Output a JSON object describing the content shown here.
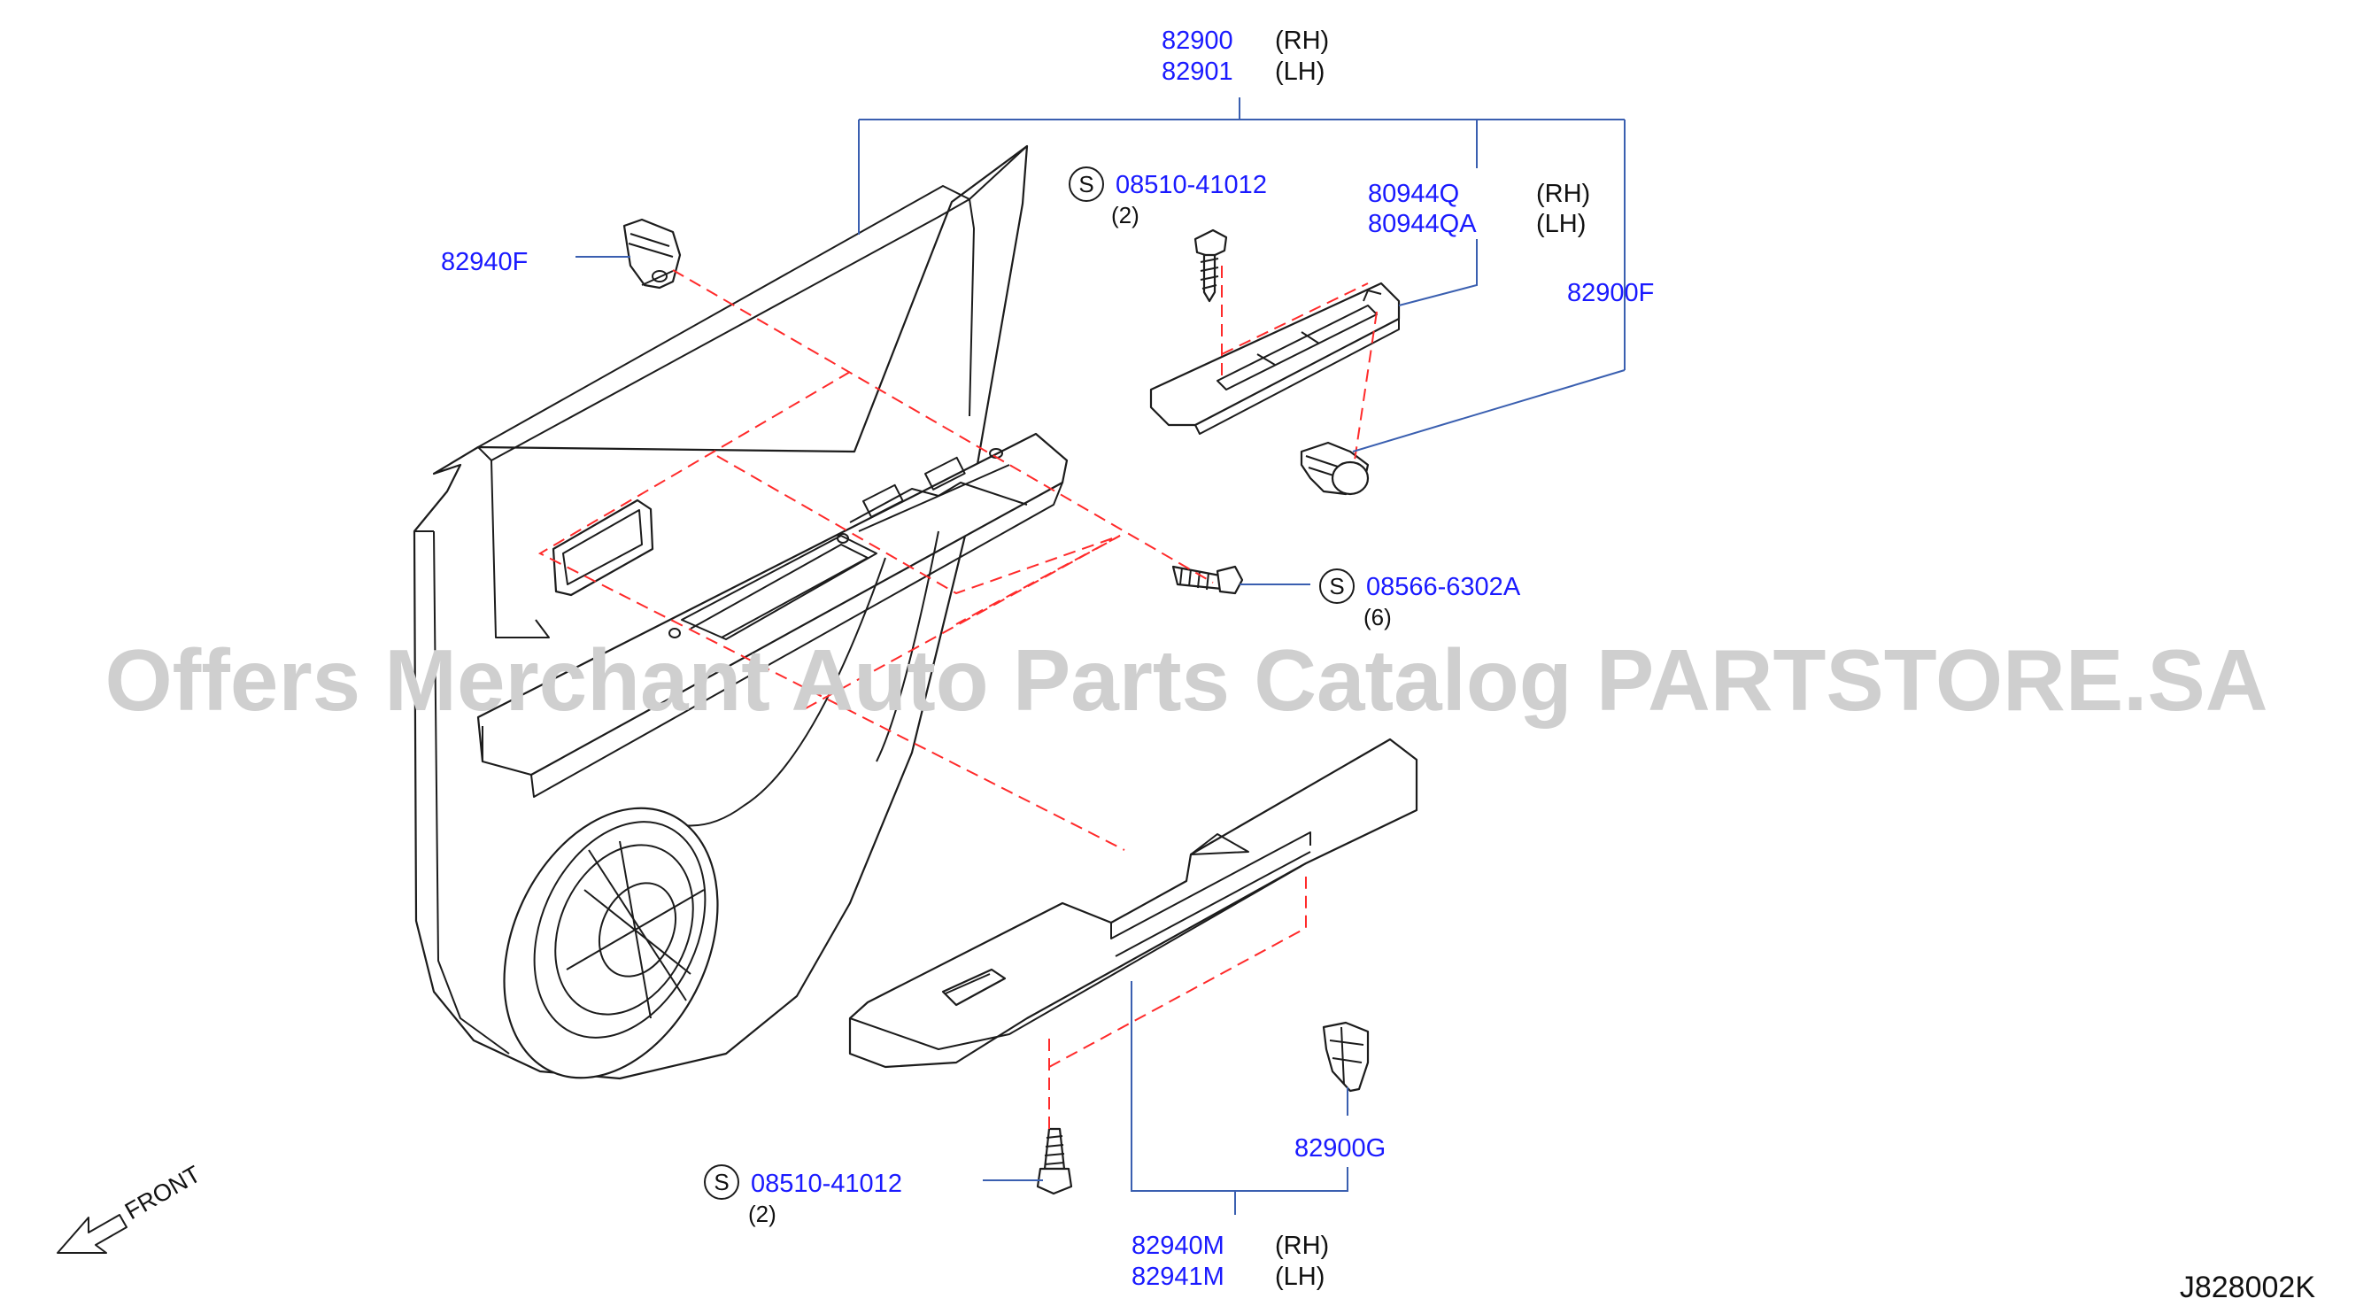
{
  "watermark": "Offers Merchant Auto Parts Catalog PARTSTORE.SA",
  "diagram_code": "J828002K",
  "front_label": "FRONT",
  "screw_symbol": "S",
  "callouts": {
    "door_finisher": {
      "rh_part": "82900",
      "rh_side": "(RH)",
      "lh_part": "82901",
      "lh_side": "(LH)"
    },
    "clip_top": {
      "part": "82940F"
    },
    "screw_top": {
      "part": "08510-41012",
      "qty": "(2)"
    },
    "pull_handle": {
      "rh_part": "80944Q",
      "rh_side": "(RH)",
      "lh_part": "80944QA",
      "lh_side": "(LH)"
    },
    "clip_handle": {
      "part": "82900F"
    },
    "screw_mid": {
      "part": "08566-6302A",
      "qty": "(6)"
    },
    "clip_armrest": {
      "part": "82900G"
    },
    "screw_bottom": {
      "part": "08510-41012",
      "qty": "(2)"
    },
    "armrest": {
      "rh_part": "82940M",
      "rh_side": "(RH)",
      "lh_part": "82941M",
      "lh_side": "(LH)"
    }
  }
}
